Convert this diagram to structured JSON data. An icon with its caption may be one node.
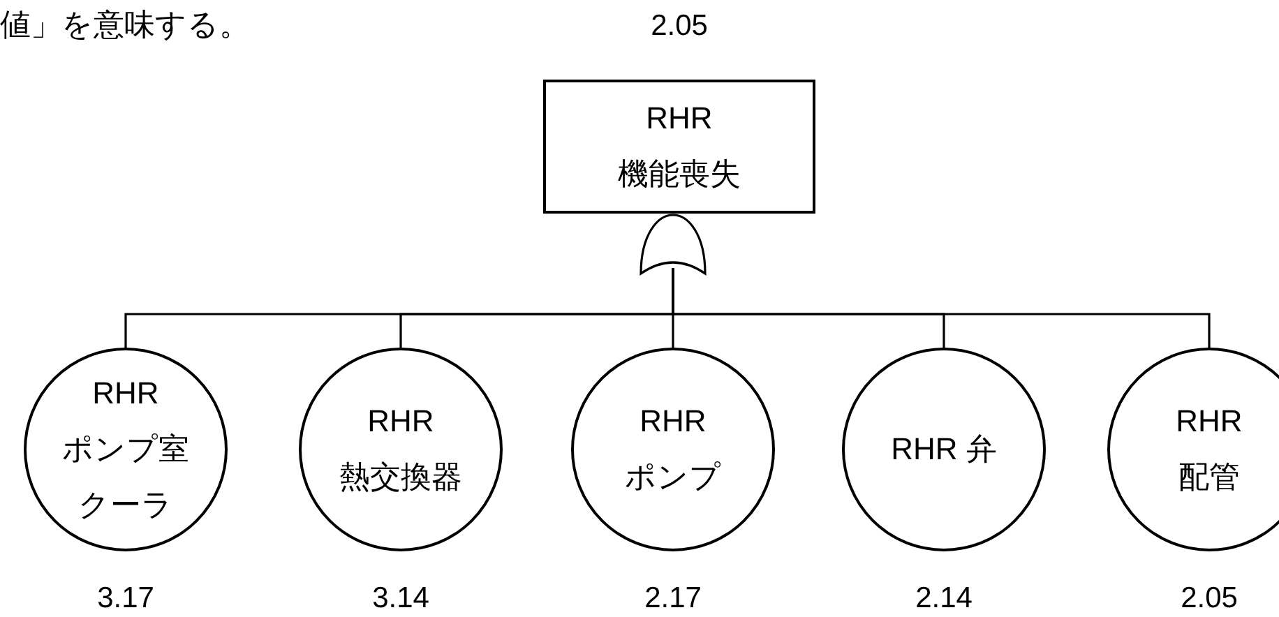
{
  "diagram": {
    "nodes": [
      {
        "text": [
          "RHR 機能喪失"
        ],
        "beside": [
          "2.05"
        ]
      },
      {
        "text": [],
        "shape": "gate"
      },
      {
        "text": [
          "RHR ポンプ室クーラ"
        ],
        "beside": [
          "3.17"
        ]
      },
      {
        "text": [
          "RHR 熱交換器"
        ],
        "beside": [
          "3.14"
        ]
      },
      {
        "text": [
          "RHR ポンプ"
        ],
        "beside": [
          "2.17"
        ]
      },
      {
        "text": [
          "RHR 弁"
        ],
        "beside": [
          "2.14"
        ]
      },
      {
        "text": [
          "RHR 配管"
        ],
        "beside": [
          "2.05"
        ]
      }
    ],
    "edges": [
      {
        "from": 2,
        "to": 1,
        "arrow": "none"
      },
      {
        "from": 3,
        "to": 1,
        "arrow": "none"
      },
      {
        "from": 4,
        "to": 1,
        "arrow": "none"
      },
      {
        "from": 5,
        "to": 1,
        "arrow": "none"
      },
      {
        "from": 6,
        "to": 1,
        "arrow": "none"
      }
    ],
    "labels": [
      "値」を意味する。"
    ]
  }
}
